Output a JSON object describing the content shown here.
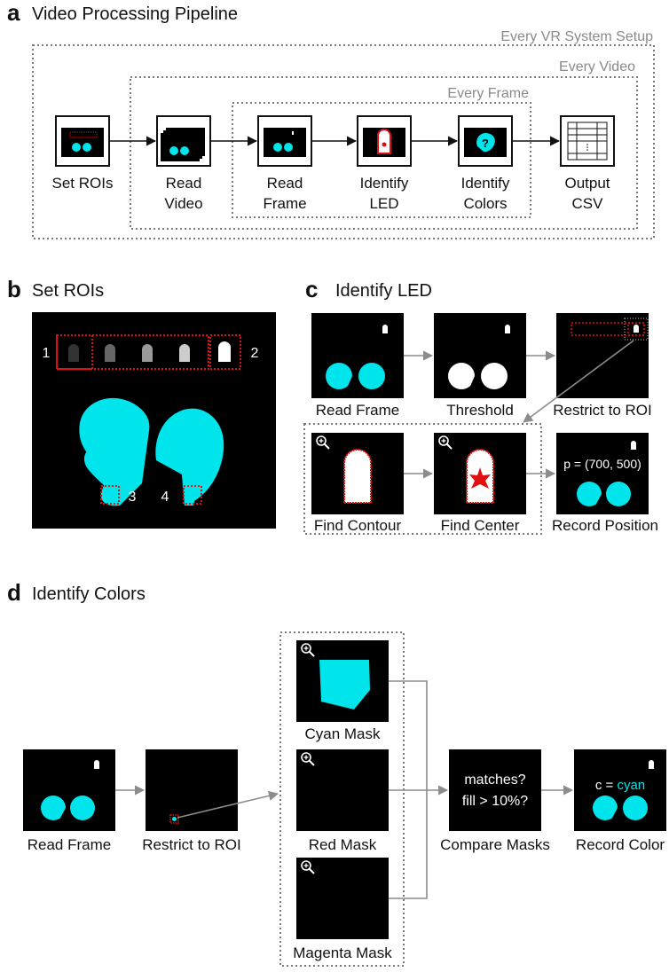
{
  "panel_a": {
    "letter": "a",
    "title": "Video Processing Pipeline",
    "groups": {
      "system": "Every VR System Setup",
      "video": "Every Video",
      "frame": "Every Frame"
    },
    "steps": [
      {
        "line1": "Set ROIs",
        "line2": ""
      },
      {
        "line1": "Read",
        "line2": "Video"
      },
      {
        "line1": "Read",
        "line2": "Frame"
      },
      {
        "line1": "Identify",
        "line2": "LED"
      },
      {
        "line1": "Identify",
        "line2": "Colors"
      },
      {
        "line1": "Output",
        "line2": "CSV"
      }
    ]
  },
  "panel_b": {
    "letter": "b",
    "title": "Set ROIs",
    "roi_labels": [
      "1",
      "2",
      "3",
      "4"
    ]
  },
  "panel_c": {
    "letter": "c",
    "title": "Identify LED",
    "steps": [
      "Read Frame",
      "Threshold",
      "Restrict to ROI",
      "Find Contour",
      "Find Center",
      "Record Position"
    ],
    "position_text": "p = (700, 500)"
  },
  "panel_d": {
    "letter": "d",
    "title": "Identify Colors",
    "steps": [
      "Read Frame",
      "Restrict to ROI",
      "Compare Masks",
      "Record Color"
    ],
    "masks": [
      "Cyan Mask",
      "Red Mask",
      "Magenta Mask"
    ],
    "compare_line1": "matches?",
    "compare_line2": "fill > 10%?",
    "color_prefix": "c = ",
    "color_value": "cyan"
  },
  "colors": {
    "cyan": "#00e5ec",
    "roi_red": "#e01010",
    "arrow_gray": "#8c8c8c",
    "dotted_gray": "#7a7a7a"
  }
}
